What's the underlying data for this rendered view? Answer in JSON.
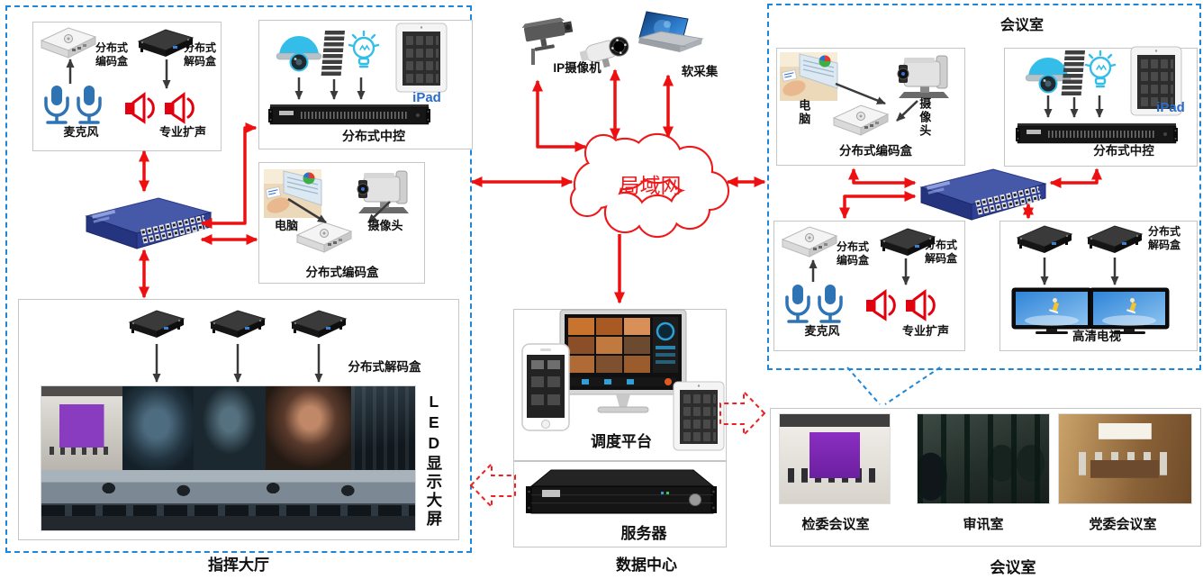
{
  "command_hall": {
    "title": "指挥大厅",
    "audio_box": {
      "encoder": "分布式\n编码盒",
      "decoder": "分布式\n解码盒",
      "mic": "麦克风",
      "speakers": "专业扩声"
    },
    "central_control_box": {
      "ipad": "iPad",
      "label": "分布式中控"
    },
    "encoder_box": {
      "pc": "电脑",
      "camera": "摄像头",
      "label": "分布式编码盒"
    },
    "led_box": {
      "decoder": "分布式解码盒",
      "screen": "LED显示大屏"
    }
  },
  "data_center": {
    "title": "数据中心",
    "ip_camera": "IP摄像机",
    "soft_capture": "软采集",
    "lan": "局域网",
    "dispatch_platform": "调度平台",
    "server": "服务器"
  },
  "meeting_room": {
    "title": "会议室",
    "encoder_box": {
      "pc": "电脑",
      "camera": "摄像头",
      "label": "分布式编码盒"
    },
    "central_control_box": {
      "ipad": "iPad",
      "label": "分布式中控"
    },
    "audio_box": {
      "encoder": "分布式\n编码盒",
      "decoder": "分布式\n解码盒",
      "mic": "麦克风",
      "speakers": "专业扩声"
    },
    "tv_box": {
      "decoder": "分布式\n解码盒",
      "tv": "高清电视"
    },
    "rooms_box": {
      "rooms": [
        {
          "label": "检委会议室"
        },
        {
          "label": "审讯室"
        },
        {
          "label": "党委会议室"
        }
      ],
      "footer": "会议室"
    }
  },
  "icons": {
    "microphone": "mic-icon",
    "speaker": "speaker-icon",
    "network_switch": "switch-icon",
    "dome_camera": "dome-camera-icon",
    "blinds": "blinds-icon",
    "light_bulb": "bulb-icon",
    "keypad_tablet": "keypad-icon",
    "ptz_camera": "ptz-camera-icon",
    "cctv": "cctv-camera-icon",
    "bullet_camera": "bullet-camera-icon",
    "laptop": "laptop-icon",
    "monitor": "monitor-icon",
    "phone": "phone-icon",
    "server": "server-icon",
    "tv": "tv-icon",
    "lan_cloud": "cloud-icon"
  },
  "colors": {
    "arrow_red": "#ee1010",
    "border_blue": "#1d86d8",
    "device_blue": "#2e74b5",
    "speaker_red": "#e2000f",
    "lan_red": "#f01818",
    "ipad_blue": "#2a6cc8"
  }
}
